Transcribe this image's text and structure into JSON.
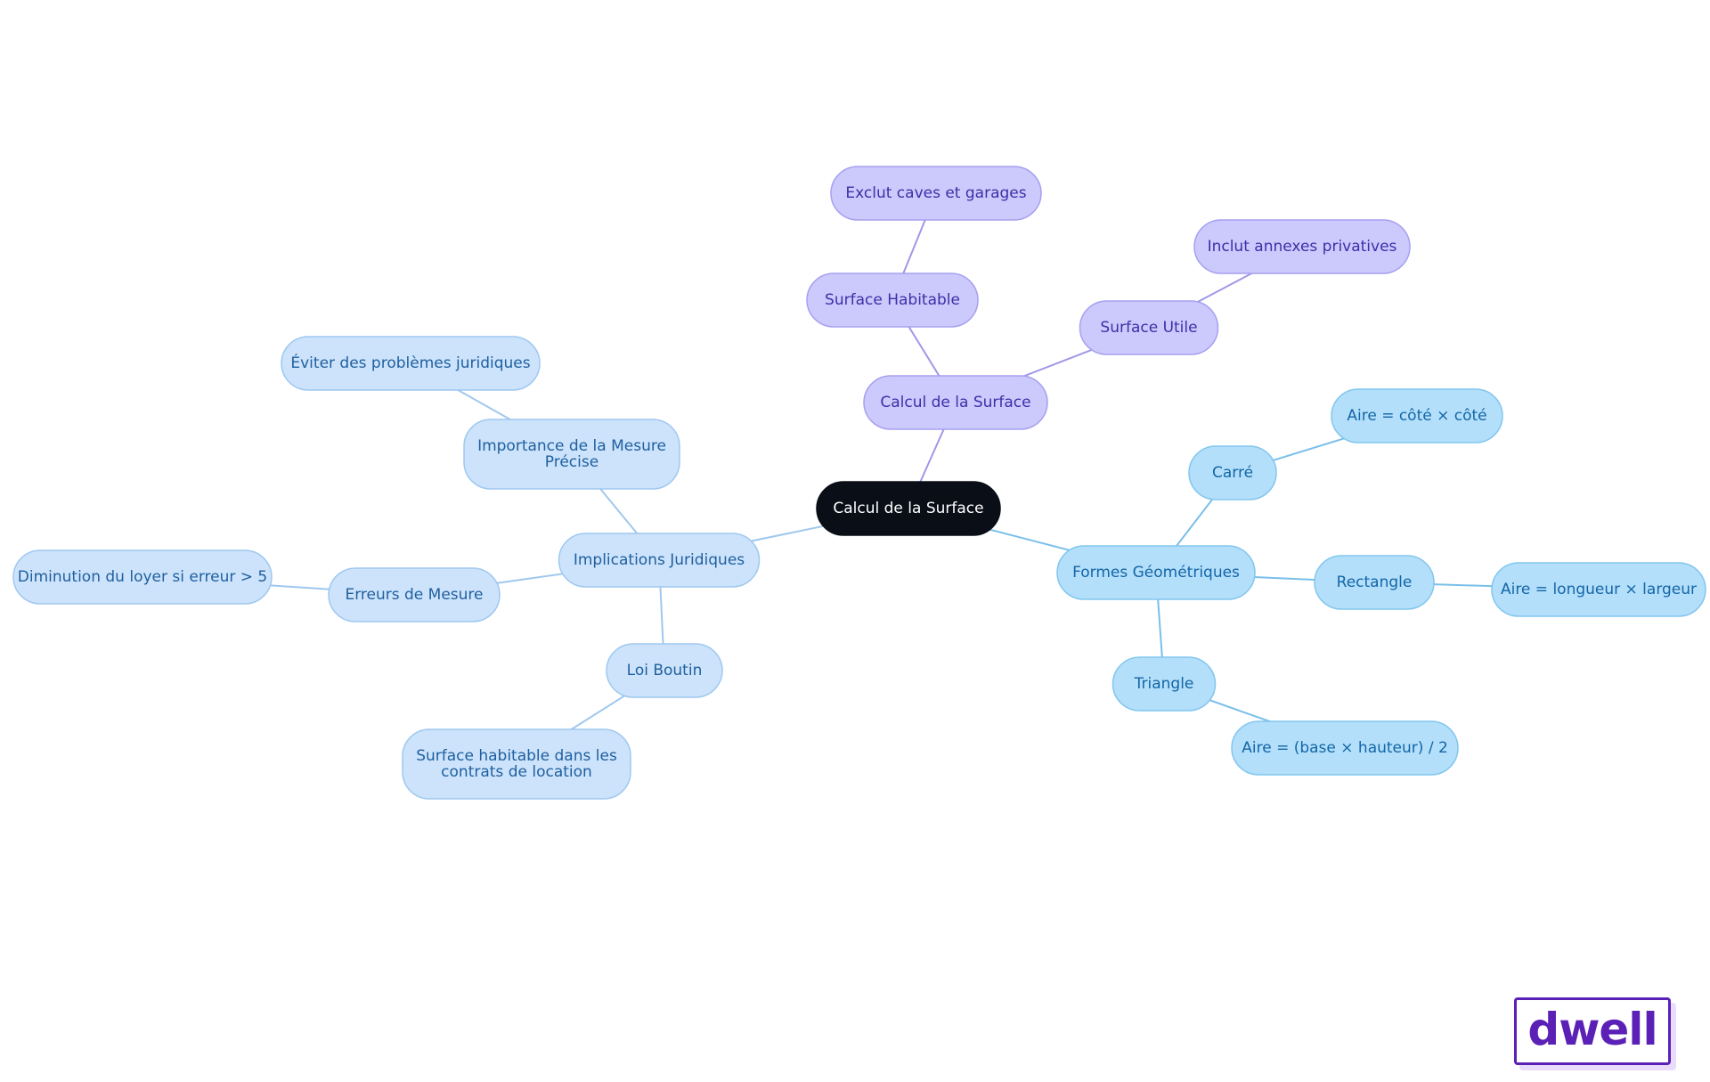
{
  "diagram": {
    "nodes": [
      {
        "id": "root",
        "lines": [
          "Calcul de la Surface"
        ],
        "group": "root"
      },
      {
        "id": "calc",
        "lines": [
          "Calcul de la Surface"
        ],
        "group": "purple"
      },
      {
        "id": "hab",
        "lines": [
          "Surface Habitable"
        ],
        "group": "purple"
      },
      {
        "id": "exclut",
        "lines": [
          "Exclut caves et garages"
        ],
        "group": "purple"
      },
      {
        "id": "utile",
        "lines": [
          "Surface Utile"
        ],
        "group": "purple"
      },
      {
        "id": "inclut",
        "lines": [
          "Inclut annexes privatives"
        ],
        "group": "purple"
      },
      {
        "id": "formes",
        "lines": [
          "Formes Géométriques"
        ],
        "group": "cyan"
      },
      {
        "id": "carre",
        "lines": [
          "Carré"
        ],
        "group": "cyan"
      },
      {
        "id": "aire-carre",
        "lines": [
          "Aire = côté × côté"
        ],
        "group": "cyan"
      },
      {
        "id": "rect",
        "lines": [
          "Rectangle"
        ],
        "group": "cyan"
      },
      {
        "id": "aire-rect",
        "lines": [
          "Aire = longueur × largeur"
        ],
        "group": "cyan"
      },
      {
        "id": "tri",
        "lines": [
          "Triangle"
        ],
        "group": "cyan"
      },
      {
        "id": "aire-tri",
        "lines": [
          "Aire = (base × hauteur) / 2"
        ],
        "group": "cyan"
      },
      {
        "id": "impl",
        "lines": [
          "Implications Juridiques"
        ],
        "group": "blue"
      },
      {
        "id": "importance",
        "lines": [
          "Importance de la Mesure",
          "Précise"
        ],
        "group": "blue"
      },
      {
        "id": "eviter",
        "lines": [
          "Éviter des problèmes juridiques"
        ],
        "group": "blue"
      },
      {
        "id": "erreurs",
        "lines": [
          "Erreurs de Mesure"
        ],
        "group": "blue"
      },
      {
        "id": "diminution",
        "lines": [
          "Diminution du loyer si erreur > 5"
        ],
        "group": "blue"
      },
      {
        "id": "boutin",
        "lines": [
          "Loi Boutin"
        ],
        "group": "blue"
      },
      {
        "id": "contrats",
        "lines": [
          "Surface habitable dans les",
          "contrats de location"
        ],
        "group": "blue"
      }
    ],
    "edges": [
      {
        "from": "root",
        "to": "calc"
      },
      {
        "from": "calc",
        "to": "hab"
      },
      {
        "from": "hab",
        "to": "exclut"
      },
      {
        "from": "calc",
        "to": "utile"
      },
      {
        "from": "utile",
        "to": "inclut"
      },
      {
        "from": "root",
        "to": "formes"
      },
      {
        "from": "formes",
        "to": "carre"
      },
      {
        "from": "carre",
        "to": "aire-carre"
      },
      {
        "from": "formes",
        "to": "rect"
      },
      {
        "from": "rect",
        "to": "aire-rect"
      },
      {
        "from": "formes",
        "to": "tri"
      },
      {
        "from": "tri",
        "to": "aire-tri"
      },
      {
        "from": "root",
        "to": "impl"
      },
      {
        "from": "impl",
        "to": "importance"
      },
      {
        "from": "importance",
        "to": "eviter"
      },
      {
        "from": "impl",
        "to": "erreurs"
      },
      {
        "from": "erreurs",
        "to": "diminution"
      },
      {
        "from": "impl",
        "to": "boutin"
      },
      {
        "from": "boutin",
        "to": "contrats"
      }
    ],
    "colors": {
      "root": {
        "fill": "#0a0f17",
        "stroke": "#0a0f17",
        "text": "#ffffff",
        "edge": "#8ec2ea"
      },
      "purple": {
        "fill": "#cccafc",
        "stroke": "#a6a0f0",
        "text": "#3d2fa8",
        "edge": "#9f98e8"
      },
      "cyan": {
        "fill": "#b3dffb",
        "stroke": "#82c6ee",
        "text": "#1466a6",
        "edge": "#79bfea"
      },
      "blue": {
        "fill": "#cce3fb",
        "stroke": "#9fc8f0",
        "text": "#1f5f9f",
        "edge": "#9fc8ee"
      }
    }
  },
  "brand": {
    "logo_text": "dwell"
  }
}
